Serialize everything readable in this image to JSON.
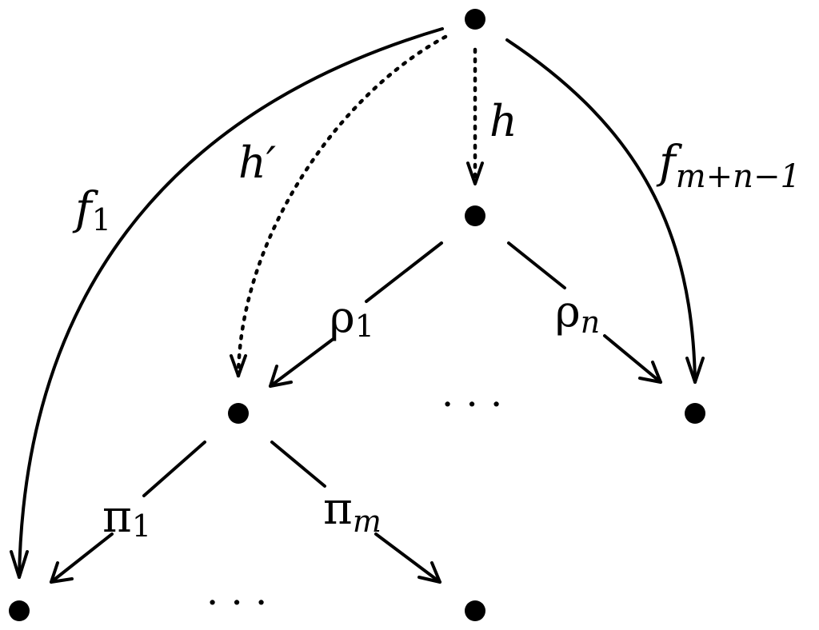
{
  "labels": {
    "f1": {
      "main": "f",
      "sub": "1"
    },
    "h_prime": {
      "main": "h′"
    },
    "h": {
      "main": "h"
    },
    "f_mn": {
      "main": "f",
      "sub": "m+n−1"
    },
    "rho1": {
      "main": "ρ",
      "sub": "1"
    },
    "rhon": {
      "main": "ρ",
      "sub": "n"
    },
    "pi1": {
      "main": "π",
      "sub": "1"
    },
    "pim": {
      "main": "π",
      "sub": "m"
    }
  },
  "ellipses": {
    "middle": "· · ·",
    "bottom": "· · ·"
  },
  "colors": {
    "ink": "#000000",
    "background": "#ffffff"
  }
}
